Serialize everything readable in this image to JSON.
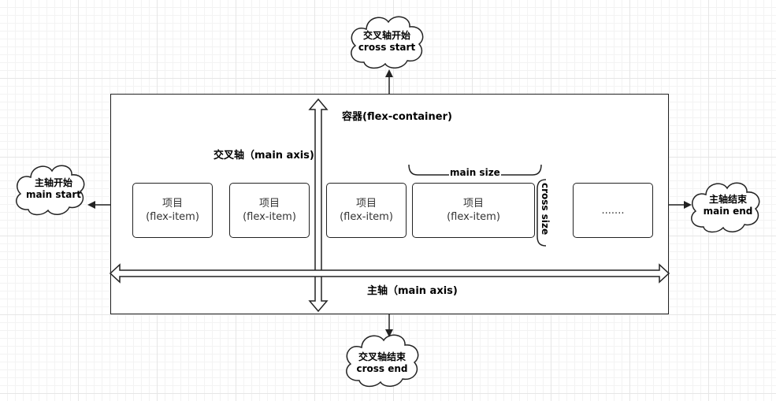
{
  "container": {
    "title": "容器(flex-container)"
  },
  "axes": {
    "cross_axis_label": "交叉轴（main axis)",
    "main_axis_label": "主轴（main axis)"
  },
  "items": [
    {
      "title": "项目",
      "subtitle": "(flex-item)"
    },
    {
      "title": "项目",
      "subtitle": "(flex-item)"
    },
    {
      "title": "项目",
      "subtitle": "(flex-item)"
    },
    {
      "title": "项目",
      "subtitle": "(flex-item)"
    },
    {
      "title": "",
      "subtitle": "......."
    }
  ],
  "dimensions": {
    "main_size": "main size",
    "cross_size": "cross size"
  },
  "clouds": {
    "cross_start": {
      "line1": "交叉轴开始",
      "line2": "cross start"
    },
    "cross_end": {
      "line1": "交叉轴结束",
      "line2": "cross end"
    },
    "main_start": {
      "line1": "主轴开始",
      "line2": "main start"
    },
    "main_end": {
      "line1": "主轴结束",
      "line2": "main end"
    }
  },
  "colors": {
    "stroke": "#222222",
    "background": "#ffffff",
    "grid": "#e6e6e6"
  }
}
